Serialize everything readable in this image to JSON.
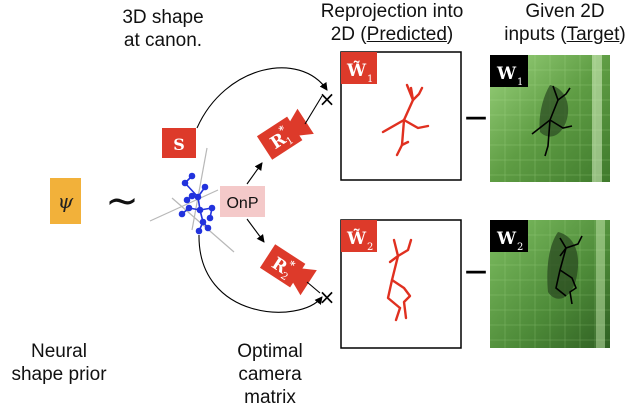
{
  "labels": {
    "shape_canon_line1": "3D shape",
    "shape_canon_line2": "at canon.",
    "reproj_line1": "Reprojection into",
    "reproj_line2_prefix": "2D (",
    "reproj_line2_emph": "Predicted",
    "reproj_line2_suffix": ")",
    "given_line1": "Given 2D",
    "given_line2_prefix": "inputs (",
    "given_line2_emph": "Target",
    "given_line2_suffix": ")",
    "prior_line1": "Neural",
    "prior_line2": "shape prior",
    "camera_line1": "Optimal",
    "camera_line2": "camera",
    "camera_line3": "matrix",
    "onp": "OnP",
    "tilde": "~",
    "cross_mark": "×",
    "dash_mark": "—"
  },
  "symbols": {
    "psi": "ψ",
    "shape": "S",
    "rot1_base": "R",
    "rot1_sup": "*",
    "rot1_sub": "1",
    "rot2_base": "R",
    "rot2_sup": "*",
    "rot2_sub": "2",
    "w_pred1_base": "W̃",
    "w_pred1_sub": "1",
    "w_pred2_base": "W̃",
    "w_pred2_sub": "2",
    "w_tgt1_base": "W",
    "w_tgt1_sub": "1",
    "w_tgt2_base": "W",
    "w_tgt2_sub": "2"
  },
  "colors": {
    "psi_box": "#f2b13a",
    "red_box": "#dd3a2a",
    "onp_box": "#f4c9c9",
    "skeleton_3d": "#2233dd",
    "skeleton_2d": "#e03020",
    "photo_green": "#6aa94e",
    "label_black": "#000000"
  }
}
